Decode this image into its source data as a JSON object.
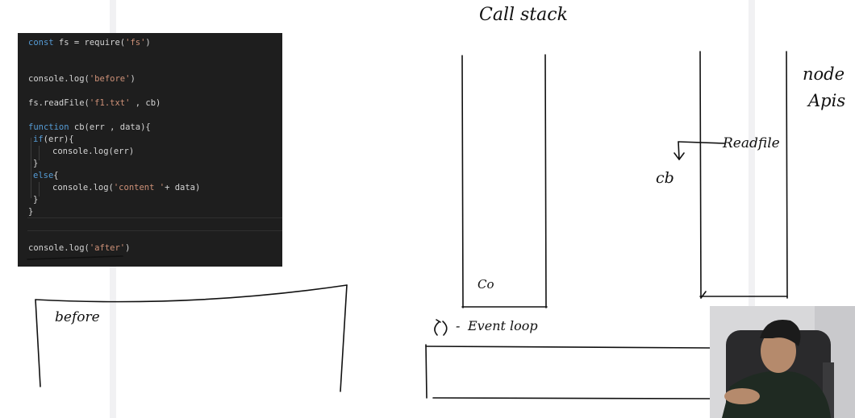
{
  "code": {
    "lines": [
      "const fs = require('fs')",
      "console.log('before')",
      "fs.readFile('f1.txt' , cb)",
      "function cb(err , data){",
      "if(err){",
      "console.log(err)",
      "}",
      "else{",
      "console.log('content '+ data)",
      "}",
      "}",
      "console.log('after')"
    ]
  },
  "annotations": {
    "call_stack": "Call stack",
    "node": "node",
    "apis": "Apis",
    "readfile": "Readfile",
    "cb": "cb",
    "stack_item": "Co",
    "event_loop": "Event loop",
    "output": "before"
  }
}
